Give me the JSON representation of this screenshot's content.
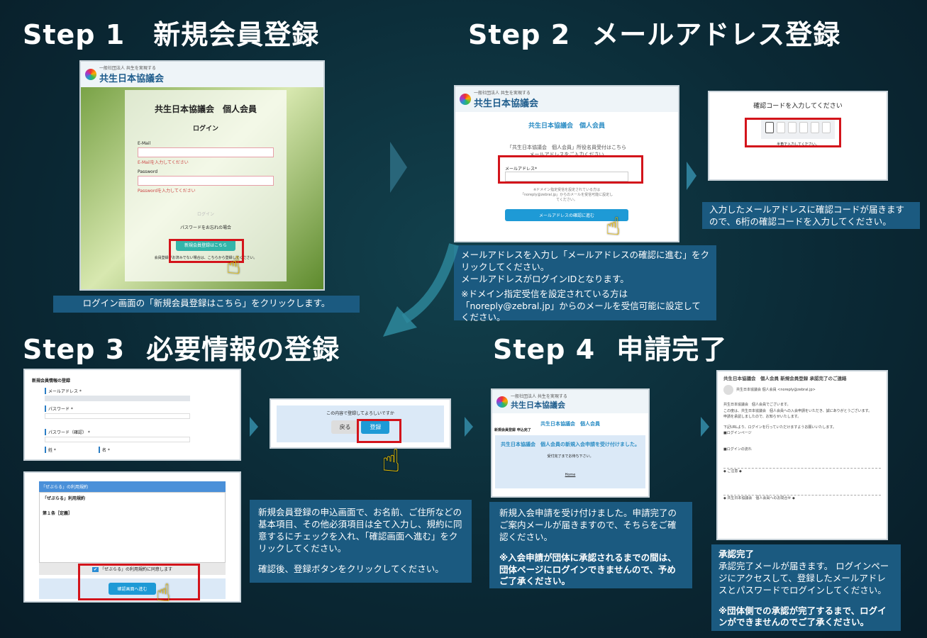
{
  "steps": {
    "s1": {
      "label": "Step 1",
      "title": "新規会員登録"
    },
    "s2": {
      "label": "Step 2",
      "title": "メールアドレス登録"
    },
    "s3": {
      "label": "Step 3",
      "title": "必要情報の登録"
    },
    "s4": {
      "label": "Step 4",
      "title": "申請完了"
    }
  },
  "brand": {
    "logo_text": "共生日本協議会",
    "logo_tagline": "一般社団法人 共生を実現する",
    "site_title": "共生日本協議会　個人会員"
  },
  "login": {
    "heading": "ログイン",
    "email_label": "E-Mail",
    "email_error": "E-Mailを入力してください",
    "password_label": "Password",
    "password_error": "Passwordを入力してください",
    "login_button": "ログイン",
    "forgot": "パスワードをお忘れの場合",
    "register_button": "新規会員登録はこちら",
    "note": "会員登録がお済みでない場合は、こちらから登録してください。"
  },
  "captions": {
    "s1": "ログイン画面の「新規会員登録はこちら」をクリックします。",
    "s2a": [
      "メールアドレスを入力し「メールアドレスの確認に進む」をクリックしてください。",
      "メールアドレスがログインIDとなります。",
      "※ドメイン指定受信を設定されている方は「noreply@zebral.jp」からのメールを受信可能に設定してください。"
    ],
    "s2b": "入力したメールアドレスに確認コードが届きますので、6桁の確認コードを入力してください。",
    "s3": [
      "新規会員登録の申込画面で、お名前、ご住所などの基本項目、その他必須項目は全て入力し、規約に同意するにチェックを入れ、「確認画面へ進む」をクリックしてください。",
      "確認後、登録ボタンをクリックしてください。"
    ],
    "s4a": [
      "新規入会申請を受け付けました。申請完了のご案内メールが届きますので、そちらをご確認ください。",
      "※入会申請が団体に承認されるまでの間は、団体ページにログインできませんので、予めご了承ください。"
    ],
    "s4b": {
      "heading": "承認完了",
      "body": "承認完了メールが届きます。 ログインページにアクセスして、登録したメールアドレスとパスワードでログインしてください。",
      "note": "※団体側での承認が完了するまで、ログインができませんのでご了承ください。"
    }
  },
  "email_form": {
    "intro": "「共生日本協議会　個人会員」所役名員受付はこちら",
    "intro2": "メールアドレスをご入力ください",
    "label": "メールアドレス*",
    "notice": "※ドメイン指定受信を設定されている方は「noreply@zebral.jp」からのメールを受信可能に設定してください。",
    "button": "メールアドレスの確認に進む"
  },
  "otp": {
    "heading": "確認コードを入力してください",
    "hint": "半角で入力してください。"
  },
  "reg_form": {
    "section": "新規会員情報の登録",
    "fields": [
      "メールアドレス *",
      "パスワード *",
      "パスワード（確認） *",
      "姓 *",
      "名 *"
    ],
    "terms_title": "「ぜぶらる」の利用規約",
    "terms_sub": "「ぜぶらる」利用規約",
    "article": "第１条［定義］",
    "agree": "「ぜぶらる」の利用規約に同意します",
    "next": "確認画面へ進む"
  },
  "confirm": {
    "question": "この内容で登録してよろしいですか",
    "back": "戻る",
    "register": "登録"
  },
  "complete": {
    "page_label": "新規会員登録 申込完了",
    "message": "共生日本協議会　個人会員の新規入会申請を受け付けました。",
    "sub": "受付完了までお待ち下さい。",
    "home": "Home"
  },
  "mail": {
    "subject": "共生日本協議会　個人会員 新規会員登録 承認完了のご連絡",
    "from": "共生日本協議会 個人会員 <noreply@zebral.jp>",
    "greeting": "共生日本協議会　個人会員でございます。",
    "l1": "この度は、共生日本協議会　個人会員への入会申請をいただき、誠にありがとうございます。",
    "l2": "申請を承認しましたので、お知らせいたします。",
    "l3": "下記URLより、ログインを行っていただけますようお願いいたします。",
    "login_page": "■ログインページ",
    "flow": "■ログインの流れ",
    "caution": "◆ ご注意 ◆",
    "contact": "◆ 共生日本協議会　個人会員へのお問合せ ◆"
  },
  "colors": {
    "caption_bg": "#1b5a80",
    "highlight": "#d3141b",
    "teal_button": "#33b5aa",
    "blue_button": "#1e9ad6"
  }
}
